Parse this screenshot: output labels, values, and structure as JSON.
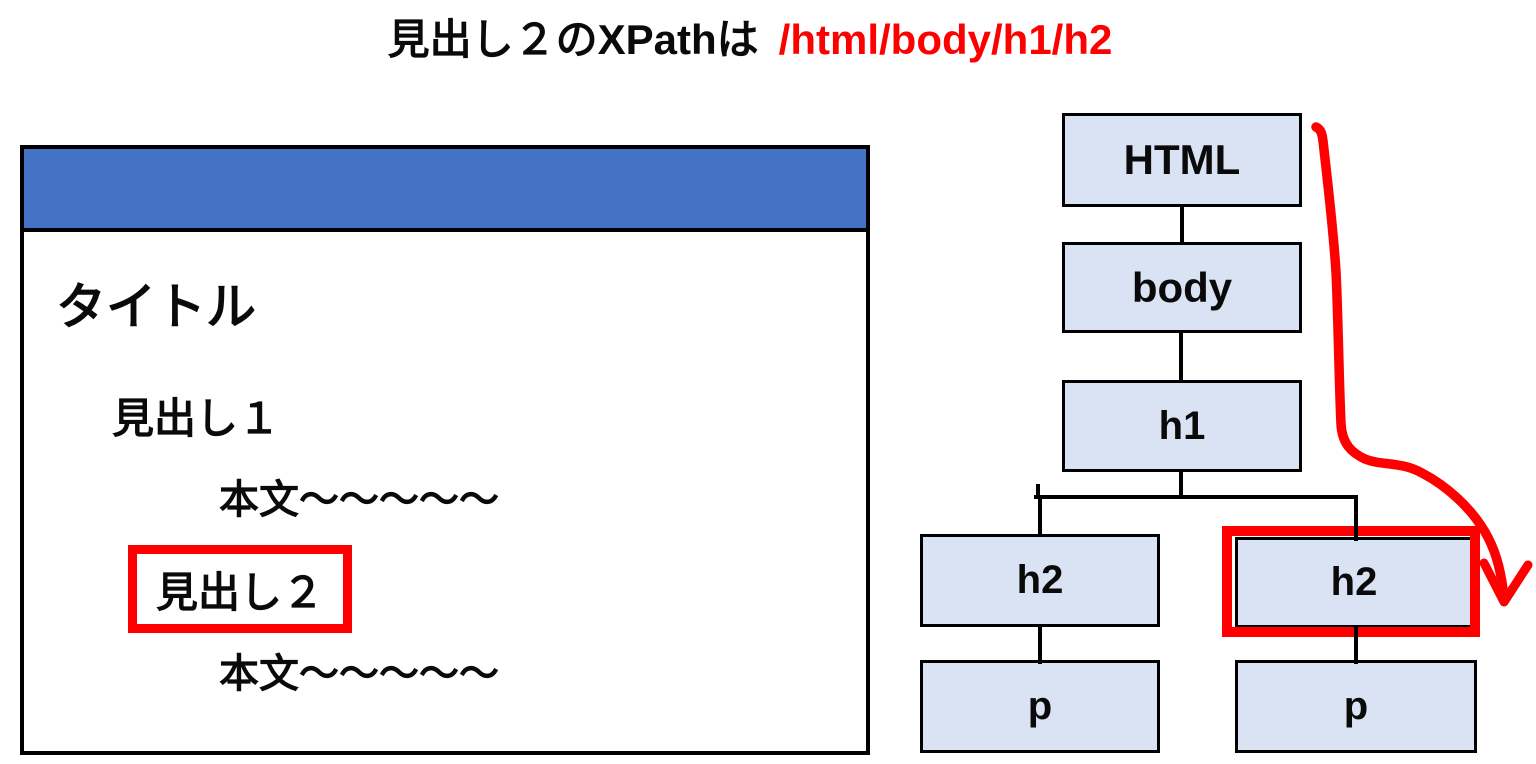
{
  "headline": {
    "prefix": "見出し２のXPathは",
    "xpath": "/html/body/h1/h2"
  },
  "colors": {
    "header_blue": "#4472C4",
    "node_fill": "#DAE3F3",
    "marker_red": "#FE0000",
    "line_black": "#000000"
  },
  "page_mock": {
    "title": "タイトル",
    "heading1": "見出し１",
    "body1": "本文～～～～～",
    "heading2": "見出し２",
    "body2": "本文～～～～～"
  },
  "tree": {
    "nodes": [
      {
        "id": "html",
        "label": "HTML"
      },
      {
        "id": "body",
        "label": "body"
      },
      {
        "id": "h1",
        "label": "h1"
      },
      {
        "id": "h2-left",
        "label": "h2"
      },
      {
        "id": "h2-right",
        "label": "h2"
      },
      {
        "id": "p-left",
        "label": "p"
      },
      {
        "id": "p-right",
        "label": "p"
      }
    ]
  }
}
